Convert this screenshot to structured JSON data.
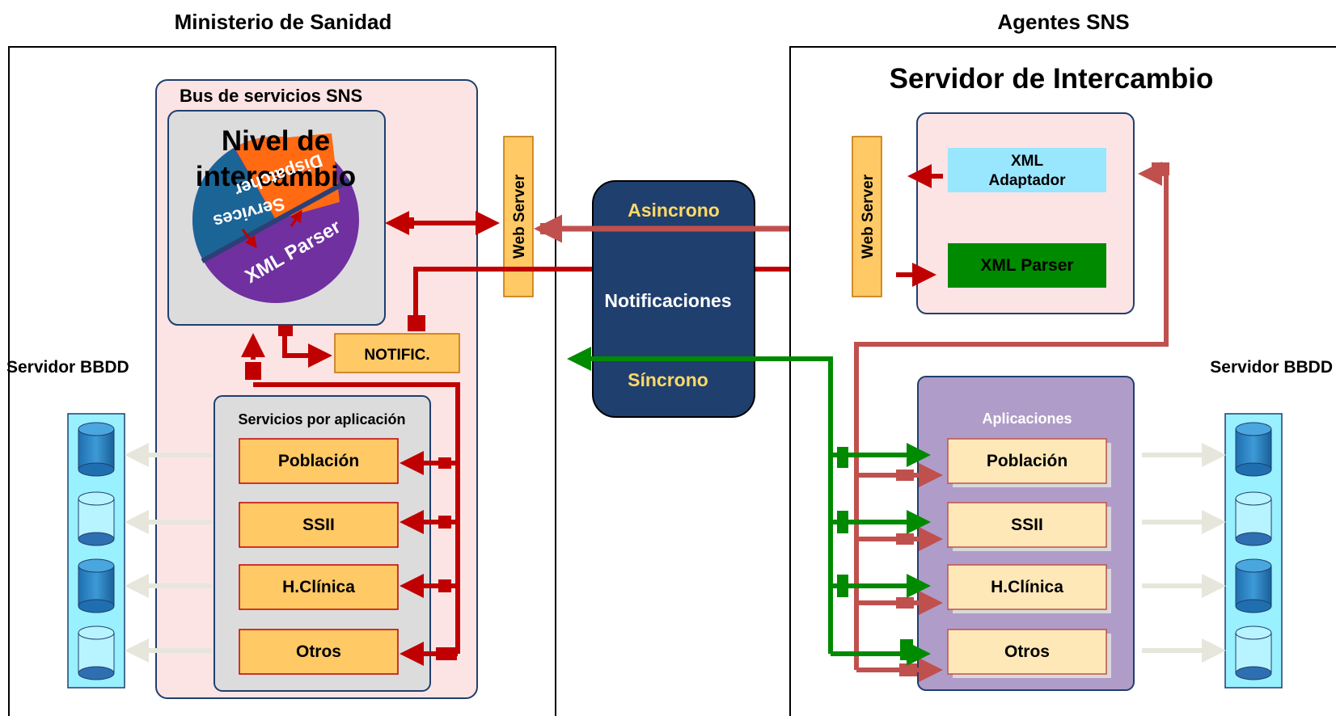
{
  "left_section": {
    "title": "Ministerio de Sanidad",
    "bus_title": "Bus de servicios SNS",
    "nivel_title_line1": "Nivel de",
    "nivel_title_line2": "intercambio",
    "pie_labels": {
      "services": "Services",
      "dispatcher": "Dispatcher",
      "xml_parser": "XML Parser"
    },
    "web_server": "Web Server",
    "notific": "NOTIFIC.",
    "db_server": "Servidor BBDD",
    "services_group_title": "Servicios por aplicación",
    "services": [
      "Población",
      "SSII",
      "H.Clínica",
      "Otros"
    ]
  },
  "center": {
    "asincrono": "Asincrono",
    "notificaciones": "Notificaciones",
    "sincrono": "Síncrono"
  },
  "right_section": {
    "title": "Agentes SNS",
    "server_title": "Servidor de Intercambio",
    "web_server": "Web Server",
    "xml_adaptador_line1": "XML",
    "xml_adaptador_line2": "Adaptador",
    "xml_parser": "XML Parser",
    "apps_title": "Aplicaciones",
    "apps": [
      "Población",
      "SSII",
      "H.Clínica",
      "Otros"
    ],
    "db_server": "Servidor BBDD"
  },
  "colors": {
    "red_arrow": "#c00000",
    "rose_arrow": "#c0504d",
    "green_arrow": "#008a00",
    "orange_box": "#ffc966",
    "pink_panel": "#fde4e4",
    "navy_box": "#1f3f6e",
    "yellow_text": "#ffd966"
  }
}
